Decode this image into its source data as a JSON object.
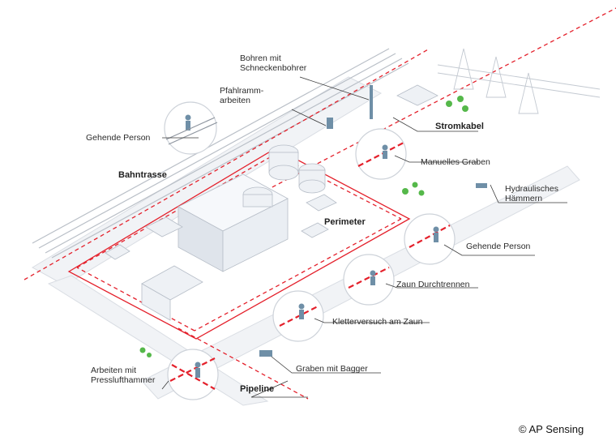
{
  "labels": {
    "bohren": "Bohren mit\nSchneckenbohrer",
    "pfahlramm": "Pfahlramm-\narbeiten",
    "gehende_person_left": "Gehende Person",
    "stromkabel": "Stromkabel",
    "manuelles_graben": "Manuelles Graben",
    "bahntrasse": "Bahntrasse",
    "hydraulisches": "Hydraulisches\nHämmern",
    "perimeter": "Perimeter",
    "gehende_person_right": "Gehende Person",
    "zaun": "Zaun Durchtrennen",
    "kletter": "Kletterversuch am Zaun",
    "arbeiten": "Arbeiten mit\nPresslufthammer",
    "graben_bagger": "Graben mit Bagger",
    "pipeline": "Pipeline"
  },
  "copyright": "© AP Sensing",
  "colors": {
    "accent_red": "#e4202b",
    "figure_blue": "#6f8fa7",
    "building": "#eef1f5",
    "tree_green": "#55b84a",
    "line": "#c9ced6"
  }
}
